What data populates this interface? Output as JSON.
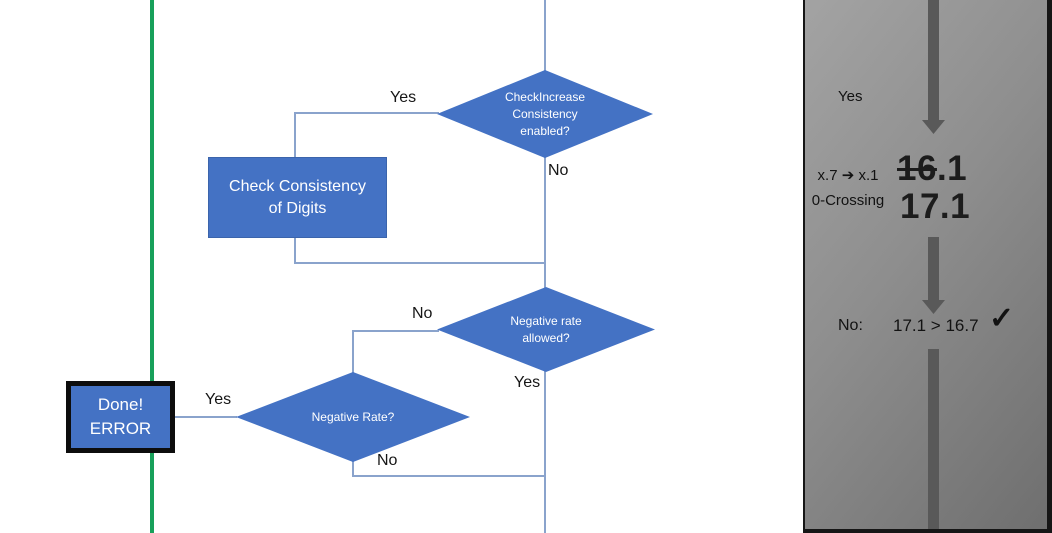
{
  "flowchart": {
    "nodes": {
      "check_increase": {
        "line1": "CheckIncrease",
        "line2": "Consistency",
        "line3": "enabled?"
      },
      "check_consistency": {
        "line1": "Check Consistency",
        "line2": "of Digits"
      },
      "negative_rate_allowed": {
        "line1": "Negative rate",
        "line2": "allowed?"
      },
      "negative_rate": {
        "line1": "Negative Rate?"
      },
      "done_error": {
        "line1": "Done!",
        "line2": "ERROR"
      }
    },
    "labels": {
      "check_increase_yes": "Yes",
      "check_increase_no": "No",
      "rate_allowed_no": "No",
      "rate_allowed_yes": "Yes",
      "negative_rate_yes": "Yes",
      "negative_rate_no": "No"
    },
    "colors": {
      "shape_fill": "#4472C4",
      "connector": "#8AA3CC",
      "guide_line_green": "#18A05A"
    }
  },
  "panel": {
    "yes_label": "Yes",
    "transform_rule": "x.7 ➔ x.1",
    "crossing_rule": "0-Crossing",
    "old_value_struck": "16",
    "old_value_rest": ".1",
    "new_value": "17.1",
    "result_label": "No:",
    "comparison": "17.1 > 16.7",
    "checkmark": "✓",
    "colors": {
      "arrow": "#595959",
      "background_top": "#A3A3A3",
      "background_bottom": "#6F6F6F"
    }
  }
}
